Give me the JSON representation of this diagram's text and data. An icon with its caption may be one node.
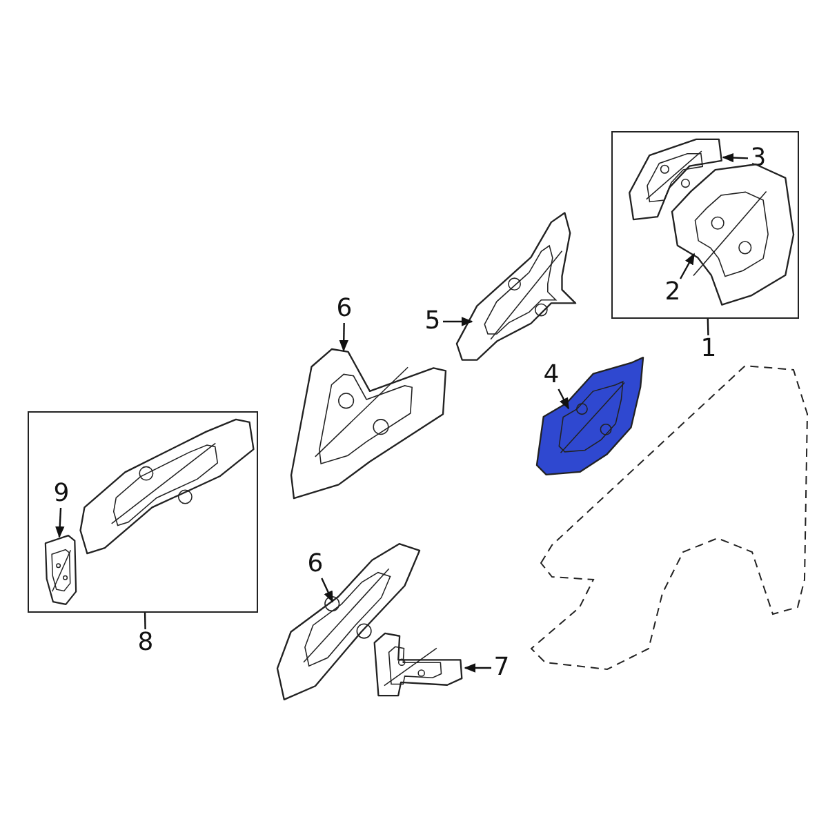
{
  "diagram": {
    "nodes": [
      {
        "text": [],
        "shape": "box"
      },
      {
        "text": [
          "3"
        ],
        "in": 0
      },
      {
        "text": [],
        "shape": "picture",
        "in": 0
      },
      {
        "text": [
          "2"
        ],
        "in": 0
      },
      {
        "text": [],
        "shape": "picture",
        "in": 0
      },
      {
        "text": [
          "1"
        ]
      },
      {
        "text": [
          "6"
        ]
      },
      {
        "text": [],
        "shape": "picture"
      },
      {
        "text": [
          "5"
        ]
      },
      {
        "text": [],
        "shape": "picture"
      },
      {
        "text": [
          "4"
        ]
      },
      {
        "text": [],
        "shape": "picture"
      },
      {
        "text": [],
        "shape": "box"
      },
      {
        "text": [
          "9"
        ],
        "in": 12
      },
      {
        "text": [],
        "shape": "picture",
        "in": 12
      },
      {
        "text": [],
        "shape": "picture",
        "in": 12
      },
      {
        "text": [
          "8"
        ]
      },
      {
        "text": [
          "6"
        ]
      },
      {
        "text": [],
        "shape": "picture"
      },
      {
        "text": [
          "7"
        ]
      },
      {
        "text": [],
        "shape": "picture"
      }
    ],
    "edges": [
      {
        "from": 1,
        "to": 2,
        "arrow": "to"
      },
      {
        "from": 3,
        "to": 4,
        "arrow": "to"
      },
      {
        "from": 5,
        "to": 0,
        "arrow": "none"
      },
      {
        "from": 6,
        "to": 7,
        "arrow": "to"
      },
      {
        "from": 8,
        "to": 9,
        "arrow": "to"
      },
      {
        "from": 10,
        "to": 11,
        "arrow": "to"
      },
      {
        "from": 13,
        "to": 14,
        "arrow": "to"
      },
      {
        "from": 16,
        "to": 12,
        "arrow": "none"
      },
      {
        "from": 17,
        "to": 18,
        "arrow": "to"
      },
      {
        "from": 19,
        "to": 20,
        "arrow": "to"
      }
    ]
  }
}
